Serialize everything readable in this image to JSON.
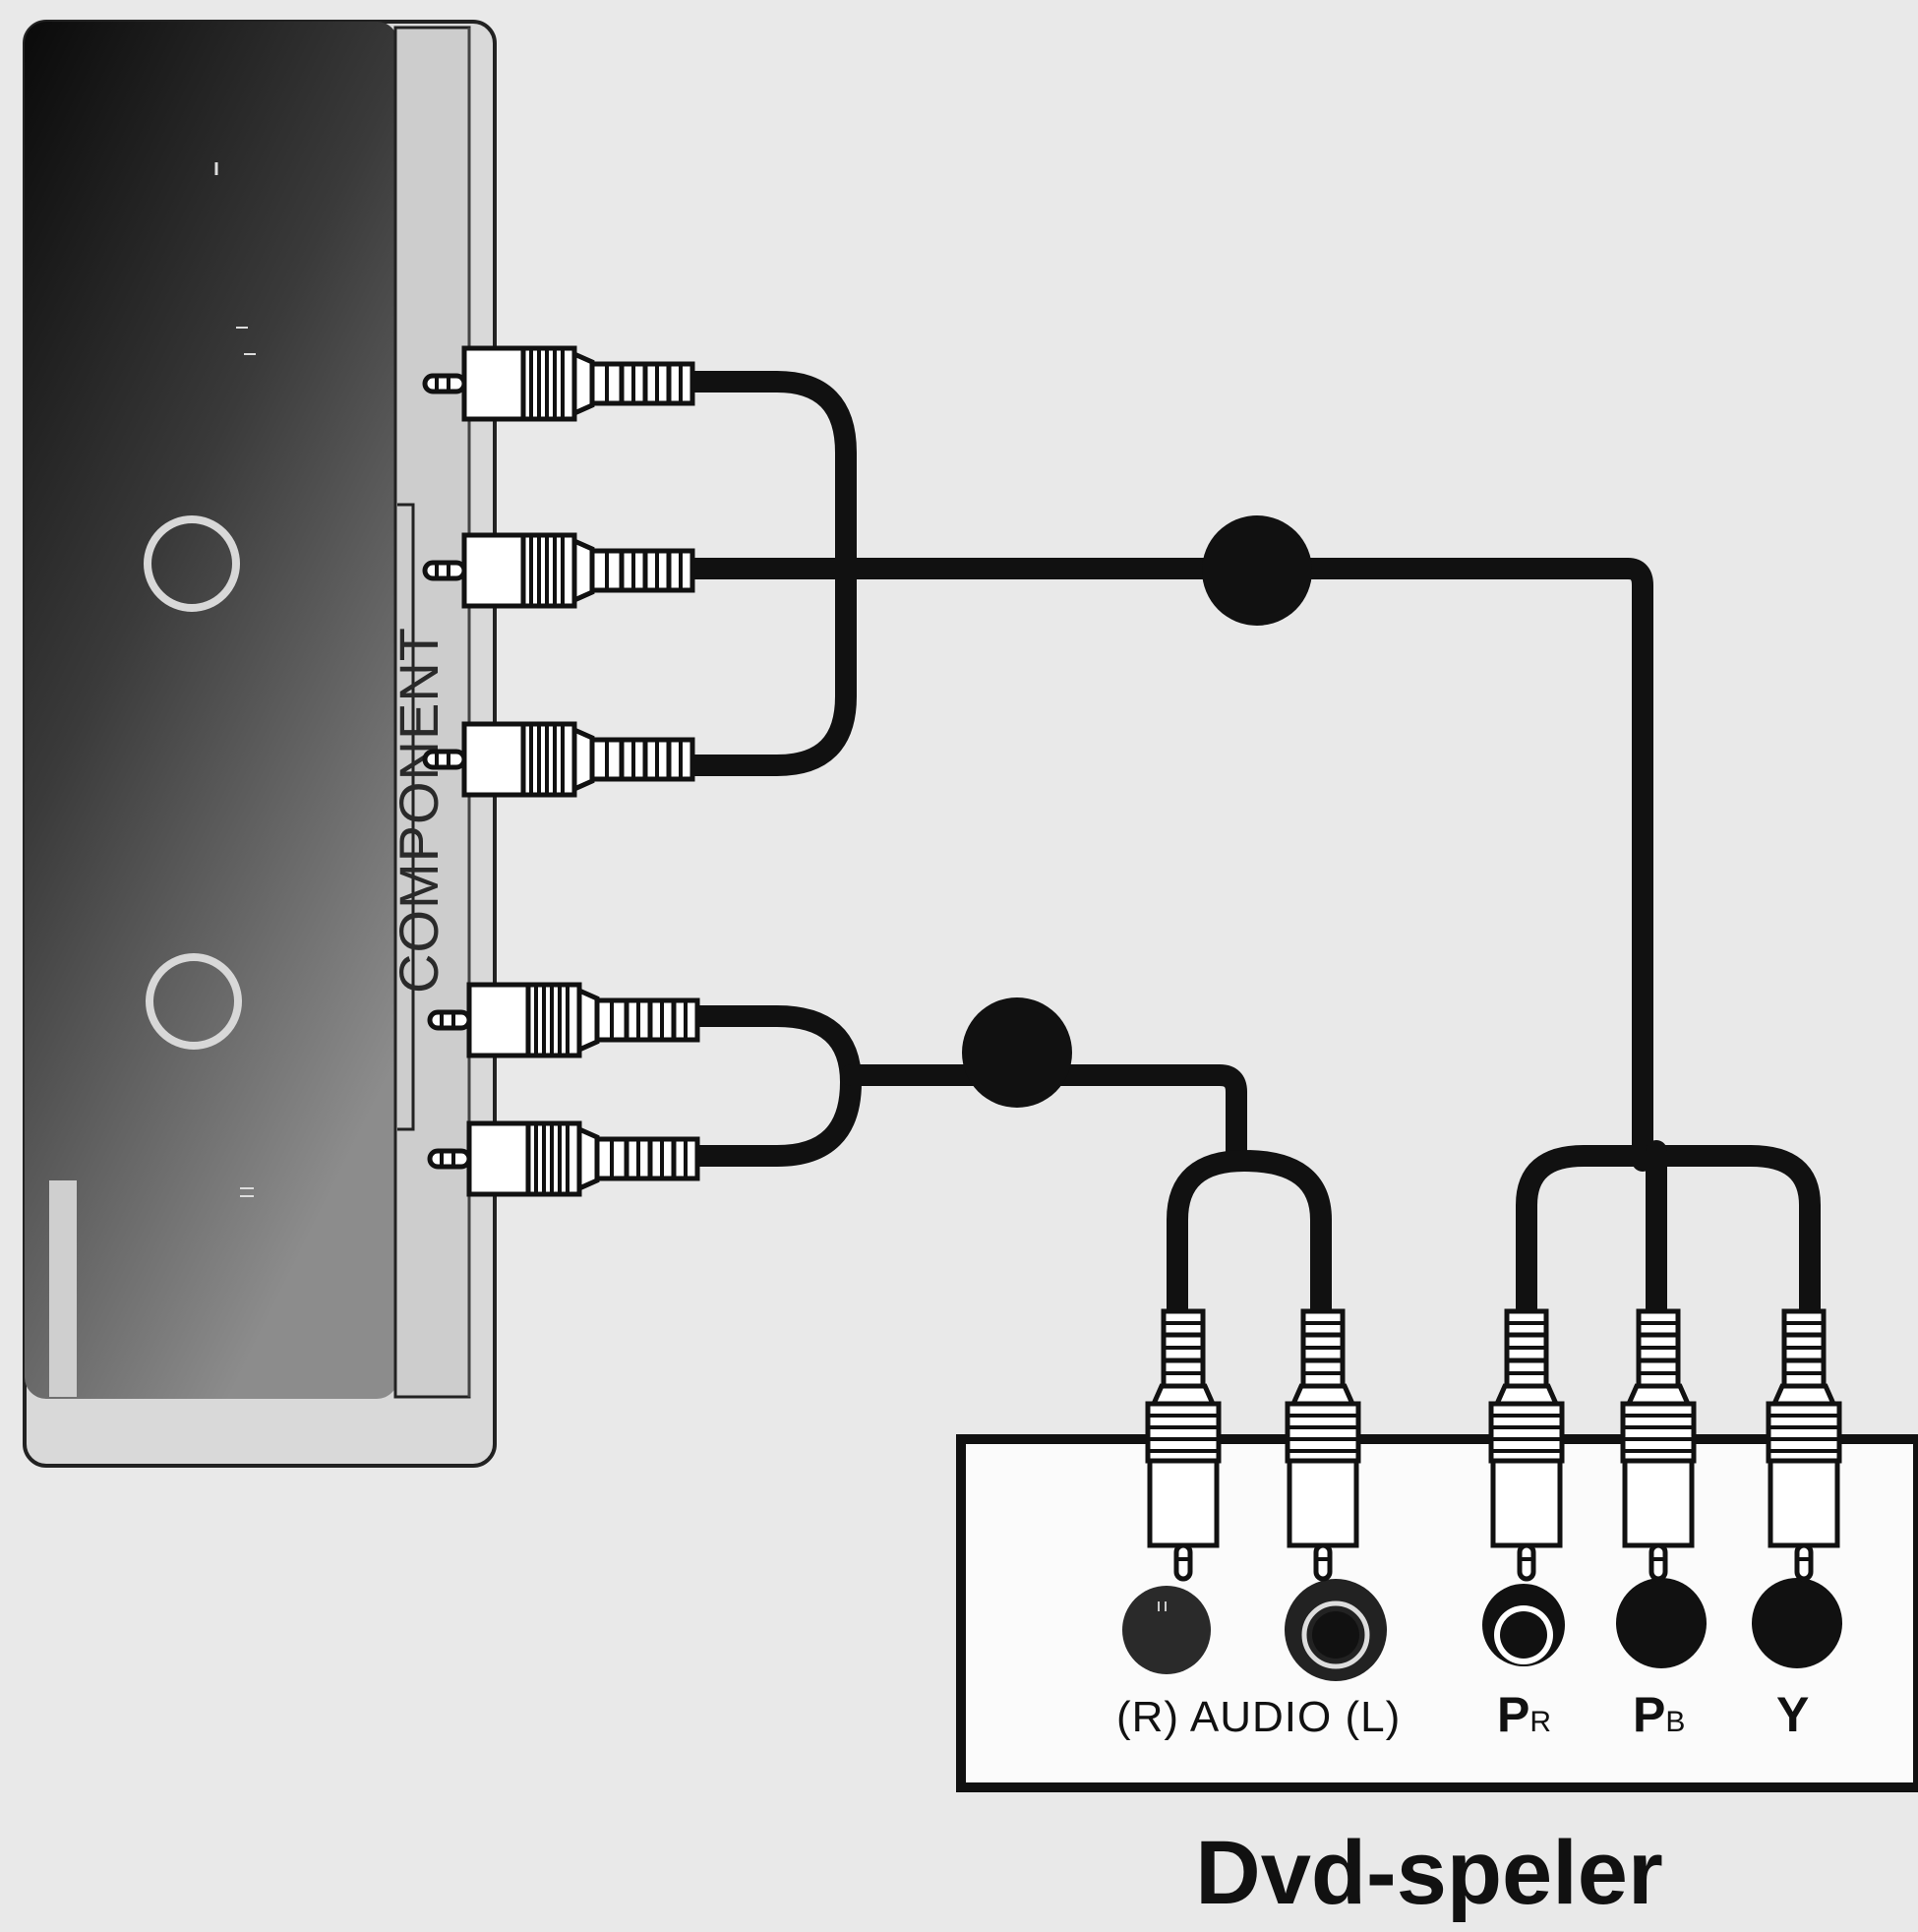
{
  "tv_panel": {
    "component_label": "COMPONENT"
  },
  "dvd_panel": {
    "audio_label": "(R) AUDIO (L)",
    "pr_main": "P",
    "pr_sub": "R",
    "pb_main": "P",
    "pb_sub": "B",
    "y_label": "Y"
  },
  "device_name": "Dvd-speler",
  "colors": {
    "background": "#e9e9e9",
    "cable": "#111111",
    "tv_dark": "#141414",
    "tv_light": "#8a8a8a",
    "strip": "#c8c8c8"
  }
}
